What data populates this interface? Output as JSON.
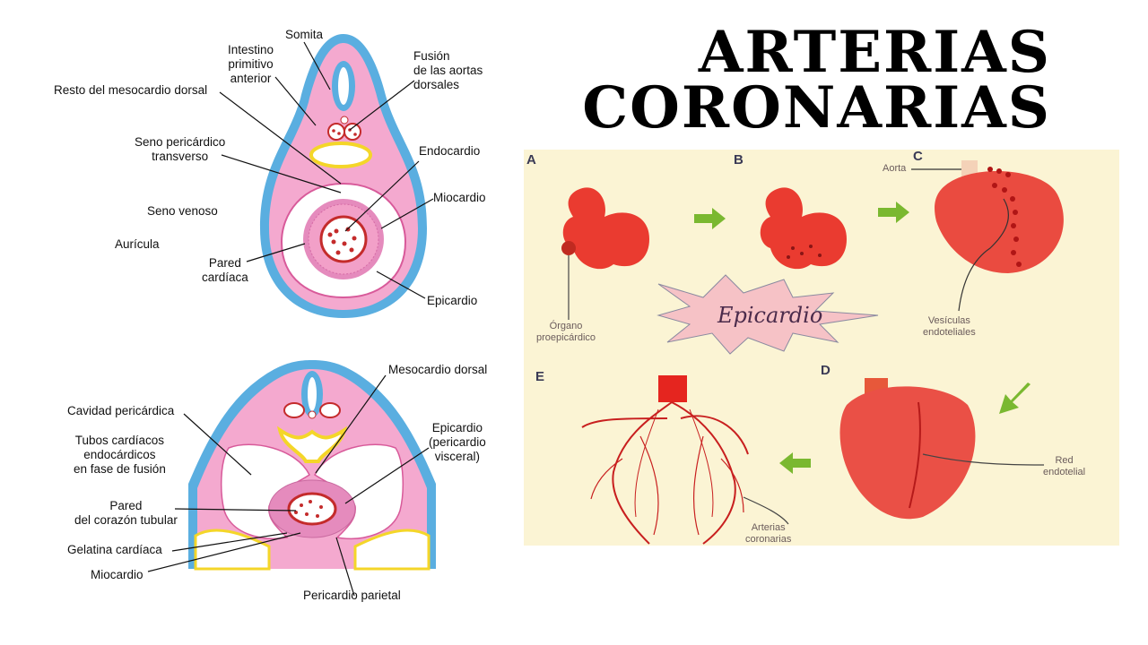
{
  "title": {
    "line1": "ARTERIAS",
    "line2": "CORONARIAS"
  },
  "diagram_top": {
    "labels": {
      "somita": "Somita",
      "intestino": [
        "Intestino",
        "primitivo",
        "anterior"
      ],
      "fusion": [
        "Fusión",
        "de las aortas",
        "dorsales"
      ],
      "resto": "Resto del mesocardio dorsal",
      "seno_pericardico": [
        "Seno pericárdico",
        "transverso"
      ],
      "endocardio": "Endocardio",
      "seno_venoso": "Seno venoso",
      "miocardio": "Miocardio",
      "auricula": "Aurícula",
      "pared": [
        "Pared",
        "cardíaca"
      ],
      "epicardio": "Epicardio"
    }
  },
  "diagram_bottom": {
    "labels": {
      "mesocardio": "Mesocardio dorsal",
      "cavidad": "Cavidad pericárdica",
      "tubos": [
        "Tubos cardíacos",
        "endocárdicos",
        "en fase de fusión"
      ],
      "epicardio": [
        "Epicardio",
        "(pericardio",
        "visceral)"
      ],
      "pared": [
        "Pared",
        "del corazón tubular"
      ],
      "gelatina": "Gelatina cardíaca",
      "miocardio": "Miocardio",
      "pericardio_parietal": "Pericardio parietal"
    }
  },
  "coronary_panel": {
    "panels": [
      "A",
      "B",
      "C",
      "D",
      "E"
    ],
    "labels": {
      "organo": [
        "Órgano",
        "proepicárdico"
      ],
      "aorta": "Aorta",
      "vesiculas": [
        "Vesículas",
        "endoteliales"
      ],
      "red": [
        "Red",
        "endotelial"
      ],
      "arterias": [
        "Arterias",
        "coronarias"
      ]
    },
    "starburst": "Epicardio"
  },
  "colors": {
    "pink": "#f4a9cf",
    "blue": "#5aaee0",
    "red": "#d8282a",
    "arrow": "#7ab830",
    "cream": "#fbf4d4"
  }
}
